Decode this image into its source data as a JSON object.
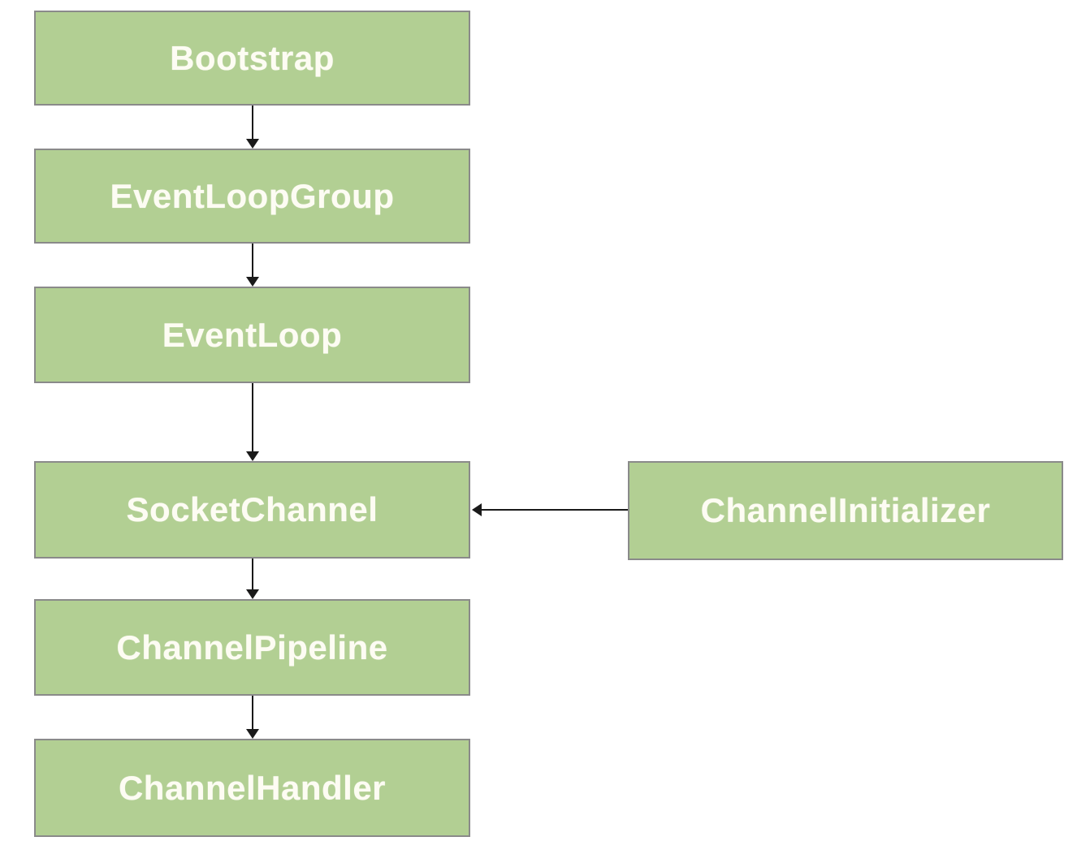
{
  "colors": {
    "canvas_bg": "#ffffff",
    "node_fill": "#b2cf93",
    "node_border": "#8a8a8a",
    "node_text": "#fdfcf3",
    "arrow": "#1a1a1a"
  },
  "diagram": {
    "type": "flowchart",
    "nodes": [
      {
        "id": "bootstrap",
        "label": "Bootstrap",
        "stacked": false
      },
      {
        "id": "eventloopgroup",
        "label": "EventLoopGroup",
        "stacked": false
      },
      {
        "id": "eventloop",
        "label": "EventLoop",
        "stacked": true
      },
      {
        "id": "socketchannel",
        "label": "SocketChannel",
        "stacked": true
      },
      {
        "id": "channelpipeline",
        "label": "ChannelPipeline",
        "stacked": false
      },
      {
        "id": "channelhandler",
        "label": "ChannelHandler",
        "stacked": true
      },
      {
        "id": "channelinitializer",
        "label": "ChannelInitializer",
        "stacked": false
      }
    ],
    "edges": [
      {
        "from": "bootstrap",
        "to": "eventloopgroup",
        "direction": "down"
      },
      {
        "from": "eventloopgroup",
        "to": "eventloop",
        "direction": "down"
      },
      {
        "from": "eventloop",
        "to": "socketchannel",
        "direction": "down"
      },
      {
        "from": "socketchannel",
        "to": "channelpipeline",
        "direction": "down"
      },
      {
        "from": "channelpipeline",
        "to": "channelhandler",
        "direction": "down"
      },
      {
        "from": "channelinitializer",
        "to": "socketchannel",
        "direction": "left"
      }
    ]
  }
}
